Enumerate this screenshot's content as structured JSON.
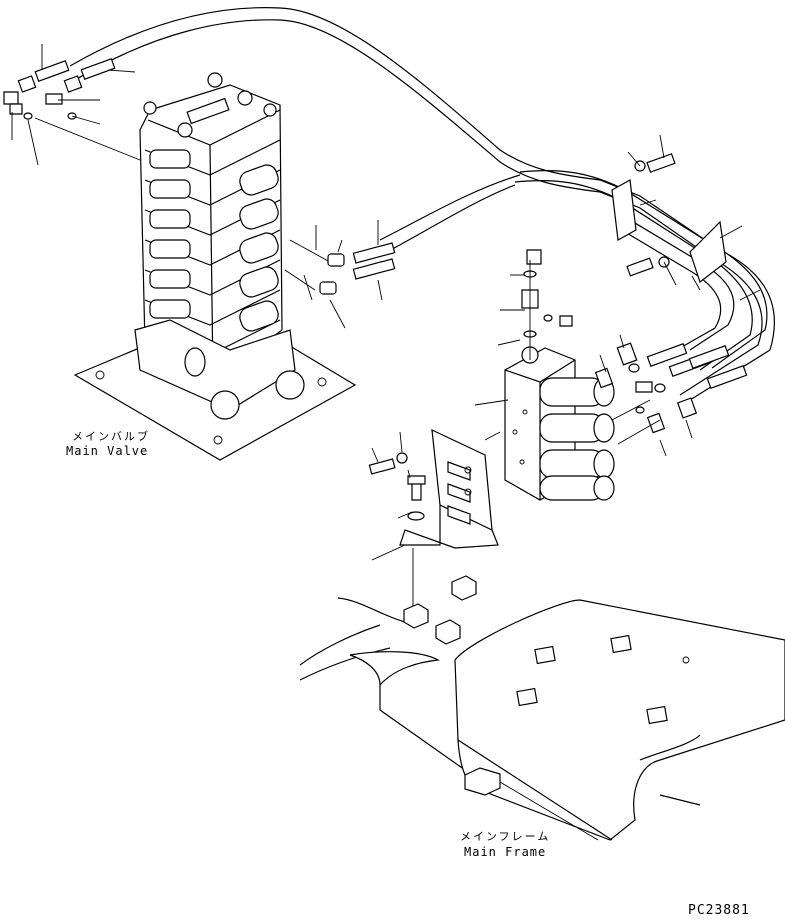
{
  "labels": {
    "main_valve_jp": "メインバルブ",
    "main_valve_en": "Main Valve",
    "main_frame_jp": "メインフレーム",
    "main_frame_en": "Main Frame",
    "drawing_number": "PC23881"
  },
  "colors": {
    "line": "#000000",
    "background": "#ffffff"
  }
}
